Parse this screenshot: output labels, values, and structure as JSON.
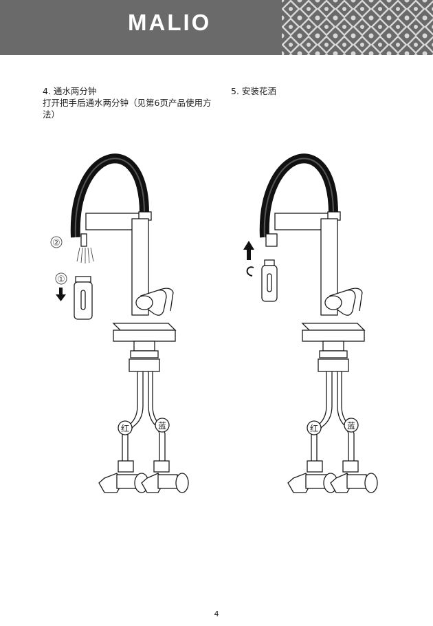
{
  "header": {
    "brand": "MALIO",
    "background": "#6a6a6a"
  },
  "steps": [
    {
      "title": "4. 通水两分钟",
      "body": "打开把手后通水两分钟（见第6页产品使用方法）",
      "markers": [
        "②",
        "①"
      ],
      "pipe_labels": [
        "红",
        "蓝"
      ]
    },
    {
      "title": "5. 安装花洒",
      "pipe_labels": [
        "红",
        "蓝"
      ]
    }
  ],
  "icons": {
    "down_arrow": "arrow-down-icon",
    "up_arrow": "arrow-up-icon",
    "rotate": "rotate-icon"
  },
  "page_number": "4"
}
